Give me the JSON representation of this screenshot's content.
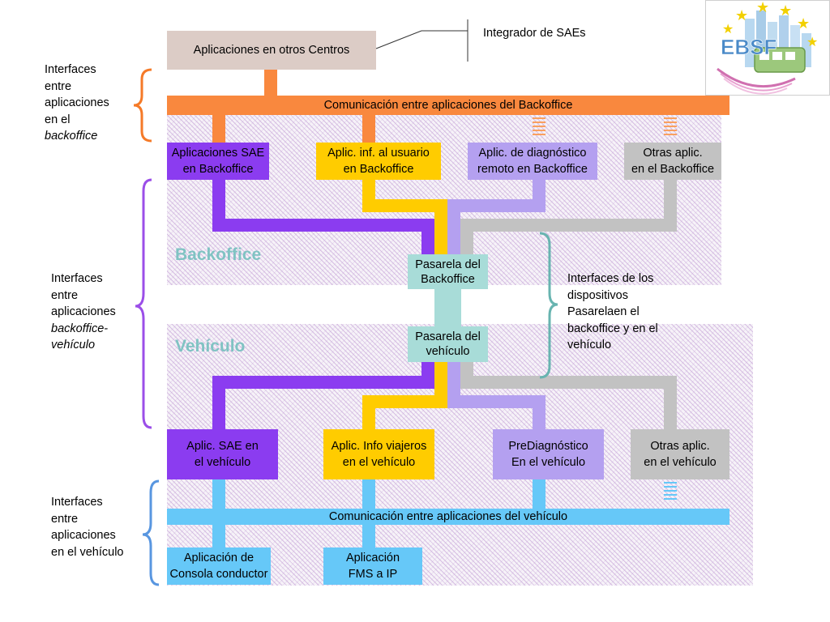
{
  "colors": {
    "orange": "#f9883e",
    "purple": "#8b3cf0",
    "yellow": "#ffcc00",
    "lavender": "#b4a0f0",
    "gray": "#c2c2c2",
    "teal": "#a8dcd8",
    "lightblue": "#66c8f8",
    "beige": "#dcccc6",
    "brace_orange": "#f57a28",
    "brace_purple": "#9b4ee8",
    "brace_teal": "#68b4b0",
    "brace_blue": "#5896e0"
  },
  "top": {
    "other_centers": "Aplicaciones en otros Centros",
    "integrator_label": "Integrador de SAEs"
  },
  "logo": {
    "text": "EBSF"
  },
  "backoffice": {
    "bus_label": "Comunicación entre aplicaciones del Backoffice",
    "section_label": "Backoffice",
    "apps": [
      {
        "label": "Aplicaciones SAE\nen Backoffice"
      },
      {
        "label": "Aplic. inf. al usuario\nen Backoffice"
      },
      {
        "label": "Aplic. de diagnóstico\nremoto en Backoffice"
      },
      {
        "label": "Otras aplic.\nen el Backoffice"
      }
    ],
    "gateway": "Pasarela del\nBackoffice"
  },
  "vehicle": {
    "section_label": "Vehículo",
    "gateway": "Pasarela del\nvehículo",
    "apps": [
      {
        "label": "Aplic. SAE en\nel vehículo"
      },
      {
        "label": "Aplic. Info viajeros\nen el vehículo"
      },
      {
        "label": "PreDiagnóstico\nEn el vehículo"
      },
      {
        "label": "Otras aplic.\nen el vehículo"
      }
    ],
    "bus_label": "Comunicación entre aplicaciones del vehículo",
    "bottom_apps": [
      {
        "label": "Aplicación de\nConsola conductor"
      },
      {
        "label": "Aplicación\nFMS a IP"
      }
    ]
  },
  "annotations": {
    "backoffice_interfaces": {
      "line1": "Interfaces",
      "line2": "entre",
      "line3": "aplicaciones",
      "line4": "en el",
      "line5": "backoffice"
    },
    "bo_vehicle_interfaces": {
      "line1": "Interfaces",
      "line2": "entre",
      "line3": "aplicaciones",
      "line4": "backoffice-",
      "line5": "vehículo"
    },
    "vehicle_interfaces": {
      "line1": "Interfaces",
      "line2": "entre",
      "line3": "aplicaciones",
      "line4": "en el vehículo"
    },
    "gateway_interfaces": {
      "line1": "Interfaces de los",
      "line2": "dispositivos",
      "line3": "Pasarelaen el",
      "line4": "backoffice y en el",
      "line5": "vehículo"
    }
  }
}
